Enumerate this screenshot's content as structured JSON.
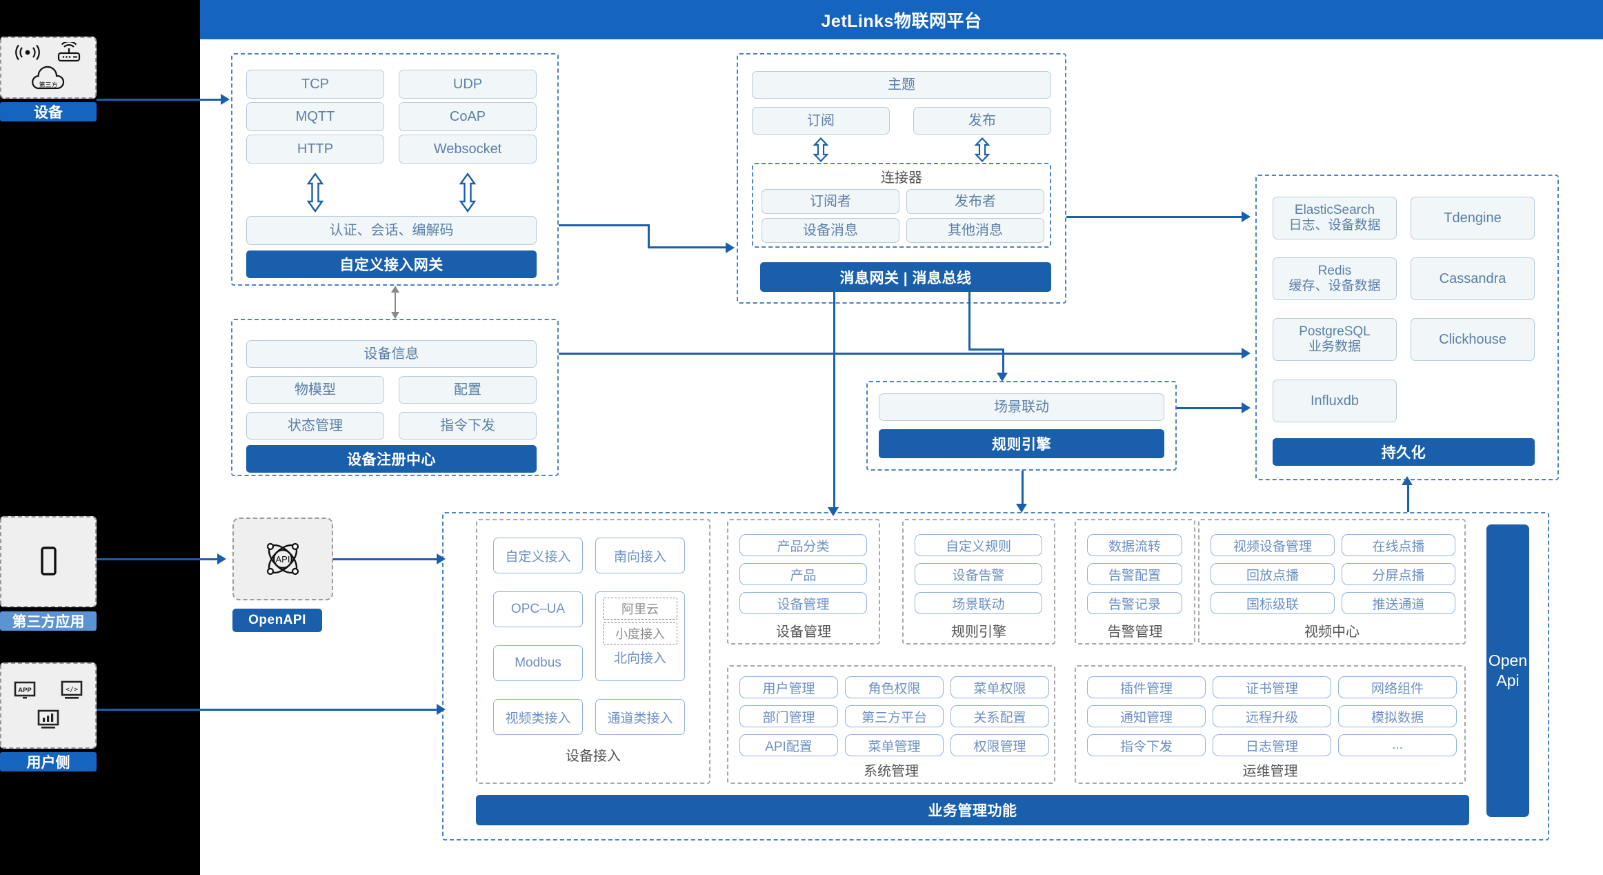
{
  "header": {
    "title": "JetLinks物联网平台"
  },
  "rail": {
    "device": {
      "label": "设备",
      "icons": [
        "signal-wave-icon",
        "router-icon",
        "third-party-cloud-icon"
      ],
      "cloud_text": "第三方"
    },
    "third_party_app": {
      "label": "第三方应用",
      "icons": [
        "mobile-phone-icon"
      ]
    },
    "user_side": {
      "label": "用户侧",
      "icons": [
        "app-icon",
        "code-icon",
        "chart-icon"
      ]
    }
  },
  "openapi_node": {
    "label": "OpenAPI",
    "icon": "api-network-icon",
    "icon_text": "API"
  },
  "gateway": {
    "protocols": [
      "TCP",
      "UDP",
      "MQTT",
      "CoAP",
      "HTTP",
      "Websocket"
    ],
    "middle": "认证、会话、编解码",
    "bar": "自定义接入网关"
  },
  "message_bus": {
    "topic": "主题",
    "subscribe": "订阅",
    "publish": "发布",
    "connector_title": "连接器",
    "connector_items": [
      "订阅者",
      "发布者",
      "设备消息",
      "其他消息"
    ],
    "bar": "消息网关 | 消息总线"
  },
  "registry": {
    "info": "设备信息",
    "items": [
      "物模型",
      "配置",
      "状态管理",
      "指令下发"
    ],
    "bar": "设备注册中心"
  },
  "rule_engine": {
    "scene": "场景联动",
    "bar": "规则引擎"
  },
  "persistence": {
    "stores": [
      {
        "name": "ElasticSearch",
        "sub": "日志、设备数据"
      },
      {
        "name": "Tdengine",
        "sub": ""
      },
      {
        "name": "Redis",
        "sub": "缓存、设备数据"
      },
      {
        "name": "Cassandra",
        "sub": ""
      },
      {
        "name": "PostgreSQL",
        "sub": "业务数据"
      },
      {
        "name": "Clickhouse",
        "sub": ""
      },
      {
        "name": "Influxdb",
        "sub": ""
      }
    ],
    "bar": "持久化"
  },
  "business": {
    "bar": "业务管理功能",
    "open_api": "Open\nApi",
    "open_api_line1": "Open",
    "open_api_line2": "Api",
    "groups": [
      {
        "caption": "设备接入",
        "left_items": [
          "自定义接入",
          "OPC–UA",
          "Modbus",
          "视频类接入"
        ],
        "right_items": [
          "南向接入",
          "北向接入",
          "通道类接入"
        ],
        "nested": [
          "阿里云",
          "小度接入"
        ]
      },
      {
        "caption": "设备管理",
        "items": [
          "产品分类",
          "产品",
          "设备管理"
        ]
      },
      {
        "caption": "规则引擎",
        "items": [
          "自定义规则",
          "设备告警",
          "场景联动"
        ]
      },
      {
        "caption": "告警管理",
        "items": [
          "数据流转",
          "告警配置",
          "告警记录"
        ]
      },
      {
        "caption": "视频中心",
        "items": [
          "视频设备管理",
          "在线点播",
          "回放点播",
          "分屏点播",
          "国标级联",
          "推送通道"
        ]
      },
      {
        "caption": "系统管理",
        "items": [
          "用户管理",
          "角色权限",
          "菜单权限",
          "部门管理",
          "第三方平台",
          "关系配置",
          "API配置",
          "菜单管理",
          "权限管理"
        ]
      },
      {
        "caption": "运维管理",
        "items": [
          "插件管理",
          "证书管理",
          "网络组件",
          "通知管理",
          "远程升级",
          "模拟数据",
          "指令下发",
          "日志管理",
          "..."
        ]
      }
    ]
  },
  "colors": {
    "brand": "#1565c0",
    "bar": "#1a5fab",
    "chip_bg": "#f1f6f8",
    "chip_border": "#b9ccd8",
    "chip_text": "#5b7fa6",
    "group_border": "#4a82c4",
    "rail_light": "#5b93d3"
  }
}
